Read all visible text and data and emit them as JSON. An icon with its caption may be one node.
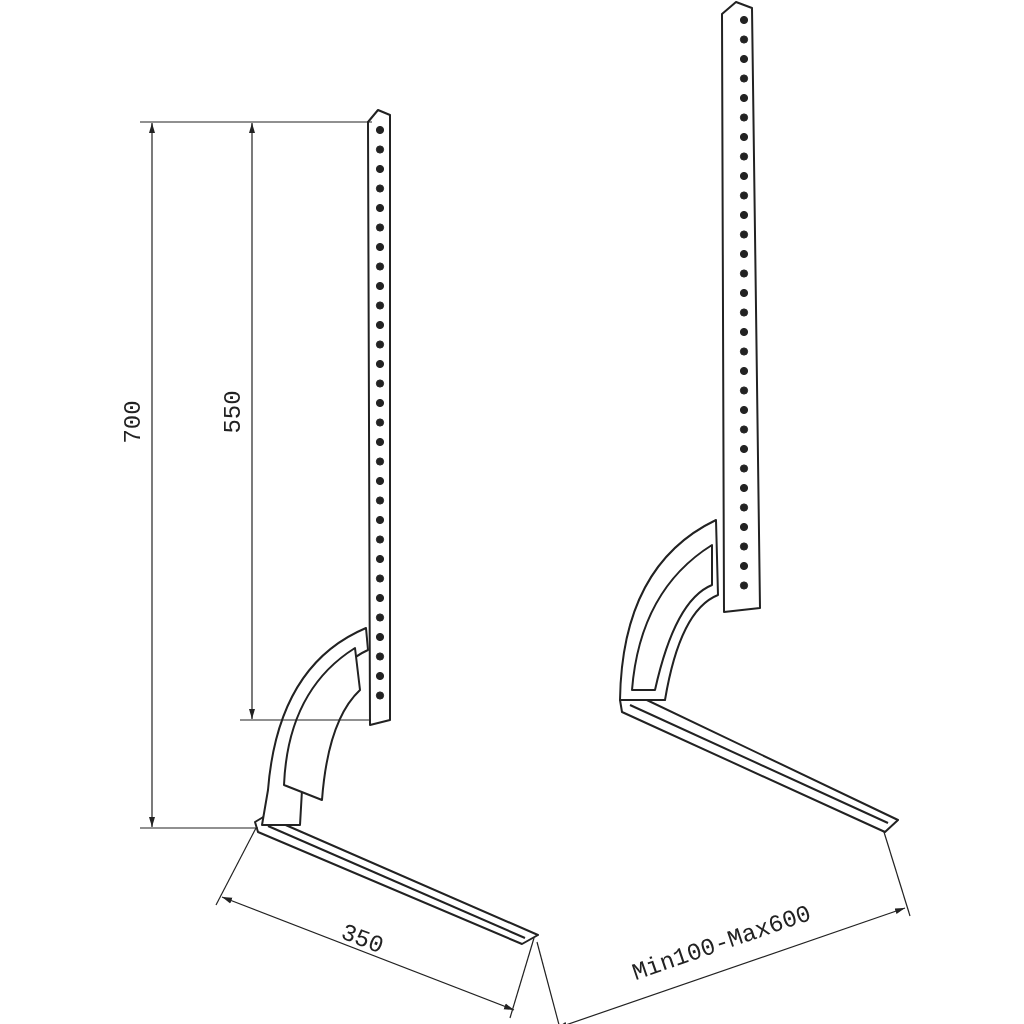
{
  "diagram": {
    "labels": [
      "700",
      "550",
      "350",
      "Min100-Max600"
    ]
  }
}
